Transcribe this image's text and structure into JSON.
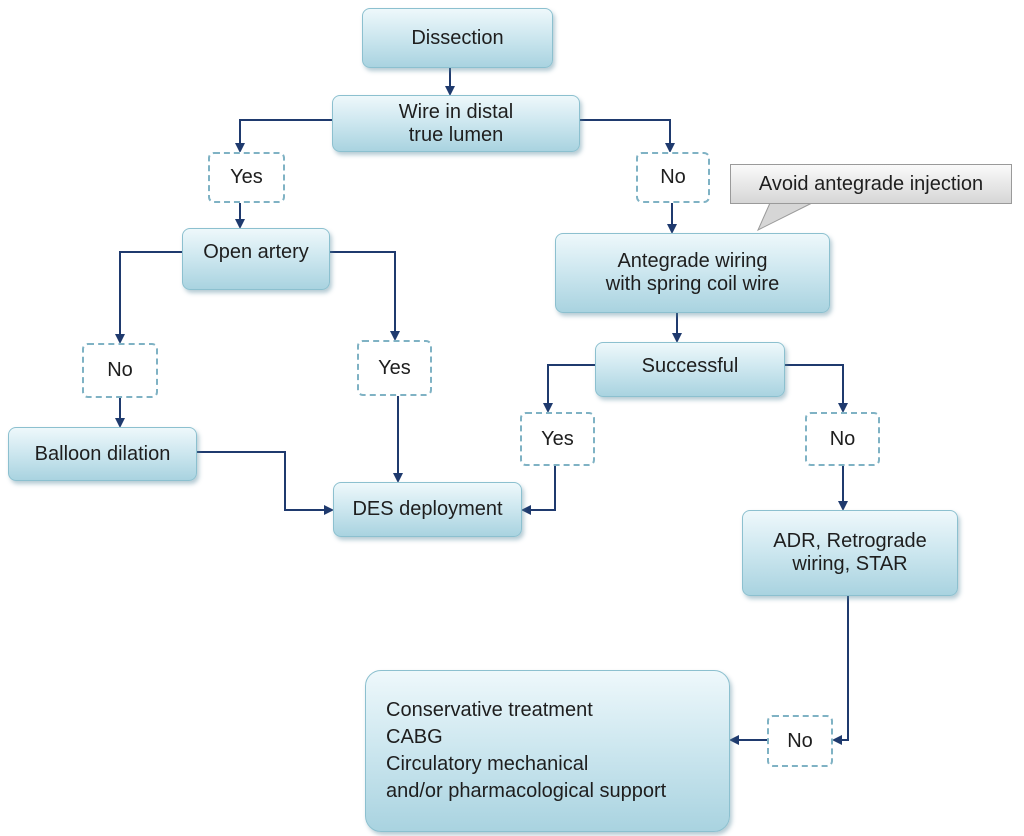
{
  "nodes": {
    "dissection": "Dissection",
    "wire": "Wire in distal\ntrue lumen",
    "open_artery": "Open artery",
    "antegrade": "Antegrade wiring\nwith spring coil wire",
    "successful": "Successful",
    "balloon": "Balloon dilation",
    "des": "DES deployment",
    "adr": "ADR, Retrograde\nwiring, STAR",
    "conservative": "Conservative treatment\nCABG\nCirculatory mechanical\nand/or pharmacological support"
  },
  "decisions": {
    "yes1": "Yes",
    "no1": "No",
    "no2": "No",
    "yes2": "Yes",
    "yes3": "Yes",
    "no3": "No",
    "no4": "No"
  },
  "callout": "Avoid antegrade injection",
  "colors": {
    "arrow": "#1f3a6e",
    "box_border": "#8cc0cf",
    "dashed": "#7fb2c4"
  }
}
